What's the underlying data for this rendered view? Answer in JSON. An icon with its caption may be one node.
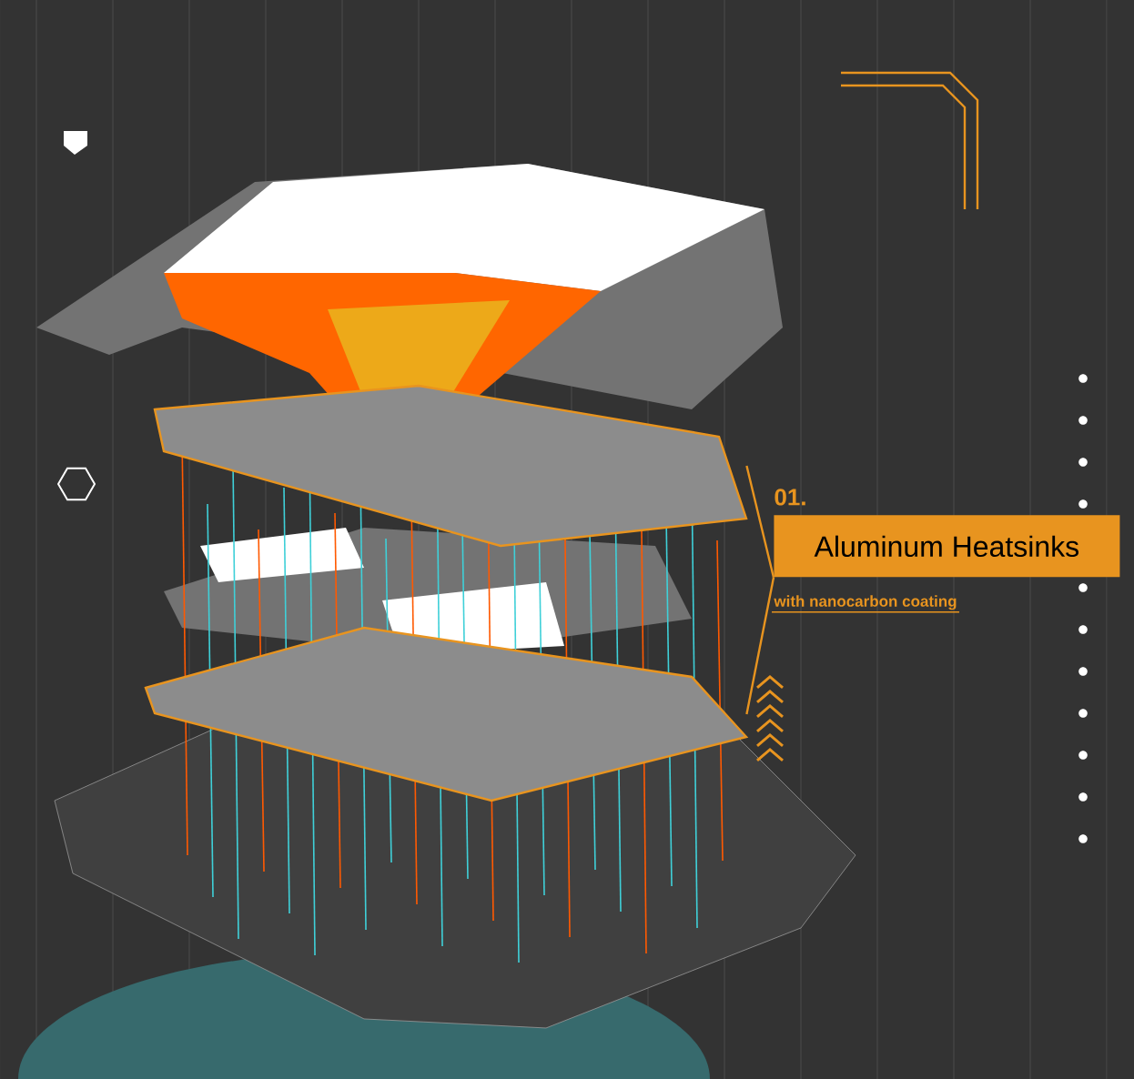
{
  "diagram": {
    "nodes": [
      {
        "text": [
          "Aluminum Heatsinks"
        ],
        "beside": [
          "01.",
          "with nanocarbon coating"
        ]
      },
      {
        "text": [],
        "shape": "picture"
      },
      {
        "text": [],
        "shape": "picture"
      }
    ],
    "edges": [
      {
        "from": 0,
        "to": 1,
        "arrow": "none"
      },
      {
        "from": 0,
        "to": 2,
        "arrow": "none"
      }
    ]
  }
}
